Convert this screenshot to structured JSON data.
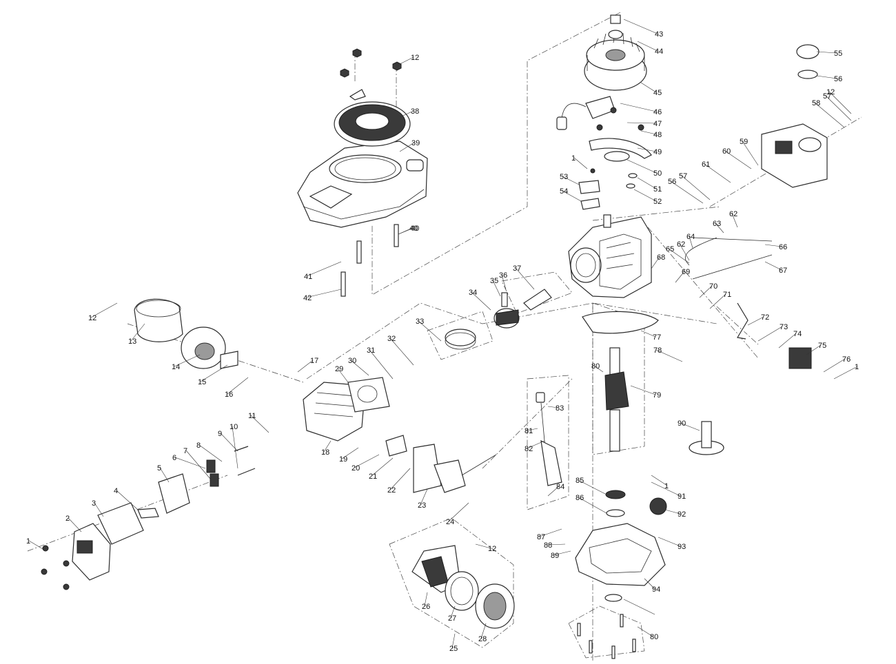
{
  "callouts": [
    "1",
    "2",
    "3",
    "4",
    "5",
    "6",
    "7",
    "8",
    "9",
    "10",
    "11",
    "12",
    "13",
    "14",
    "15",
    "16",
    "17",
    "18",
    "19",
    "20",
    "21",
    "22",
    "23",
    "24",
    "25",
    "26",
    "27",
    "28",
    "29",
    "30",
    "31",
    "32",
    "33",
    "34",
    "35",
    "36",
    "37",
    "38",
    "39",
    "40",
    "41",
    "42",
    "43",
    "44",
    "45",
    "46",
    "47",
    "48",
    "49",
    "50",
    "51",
    "52",
    "53",
    "54",
    "55",
    "56",
    "57",
    "58",
    "59",
    "60",
    "61",
    "62",
    "63",
    "64",
    "65",
    "66",
    "67",
    "68",
    "69",
    "70",
    "71",
    "72",
    "73",
    "74",
    "75",
    "76",
    "77",
    "78",
    "79",
    "80",
    "81",
    "82",
    "83",
    "84",
    "85",
    "86",
    "87",
    "88",
    "89",
    "90",
    "91",
    "92",
    "93",
    "94"
  ],
  "colors": {
    "line": "#2b2b2b",
    "dark": "#3a3a3a",
    "background": "#ffffff"
  }
}
